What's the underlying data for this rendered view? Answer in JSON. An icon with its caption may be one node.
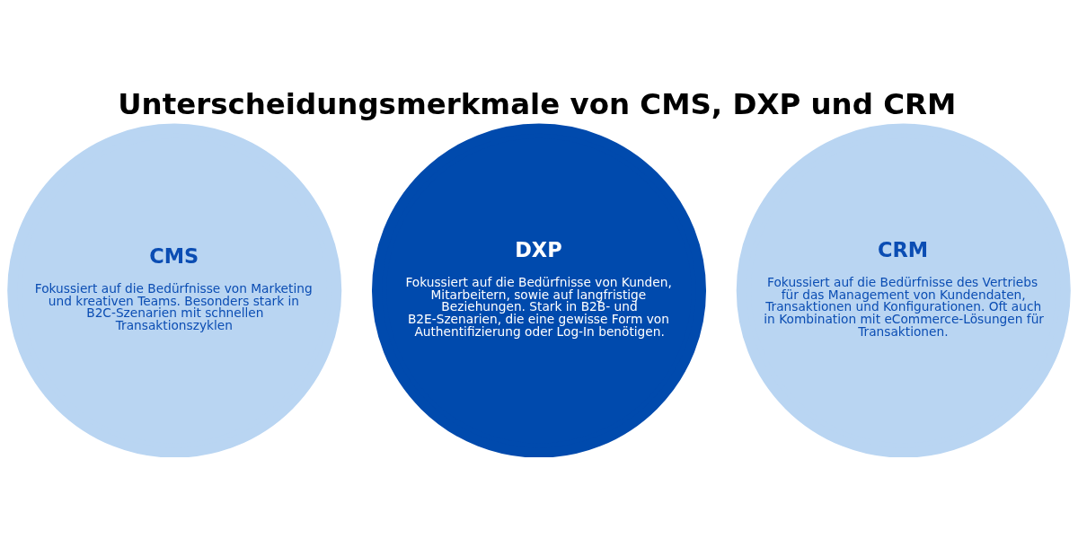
{
  "diagram": {
    "title": "Unterscheidungsmerkmale von CMS, DXP und CRM",
    "nodes": [
      {
        "text": [
          "CMS",
          "Fokussiert auf die Bedürfnisse von Marketing und kreativen Teams. Besonders stark in B2C-Szenarien mit schnellen Transaktionszyklen"
        ]
      },
      {
        "text": [
          "DXP",
          "Fokussiert auf die Bedürfnisse von Kunden, Mitarbeitern, sowie auf langfristige Beziehungen. Stark in B2B- und B2E-Szenarien, die eine gewisse Form von Authentifizierung oder Log-In benötigen."
        ]
      },
      {
        "text": [
          "CRM",
          "Fokussiert auf die Bedürfnisse des Vertriebs für das Management von Kundendaten, Transaktionen und Konfigurationen. Oft auch in Kombination mit eCommerce-Lösungen für Transaktionen."
        ]
      }
    ]
  }
}
